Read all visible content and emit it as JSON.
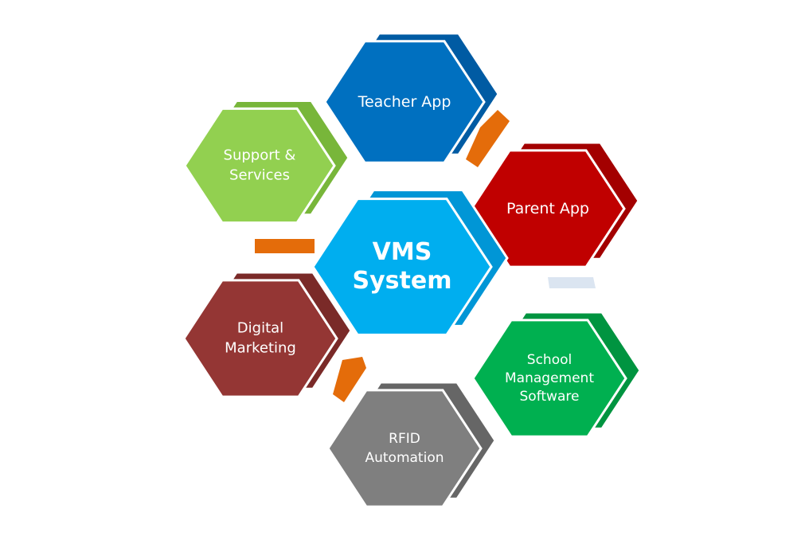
{
  "diagram": {
    "center": {
      "lines": [
        "VMS",
        "System"
      ],
      "color": "#00aeef",
      "shade": "#0096d6",
      "edge": "#ffffff"
    },
    "modules": [
      {
        "id": "teacher-app",
        "lines": [
          "Teacher App"
        ],
        "color": "#0070c0",
        "shade": "#005ba3"
      },
      {
        "id": "parent-app",
        "lines": [
          "Parent App"
        ],
        "color": "#c00000",
        "shade": "#a30000"
      },
      {
        "id": "school-management",
        "lines": [
          "School",
          "Management",
          "Software"
        ],
        "color": "#00b050",
        "shade": "#009440"
      },
      {
        "id": "rfid-automation",
        "lines": [
          "RFID",
          "Automation"
        ],
        "color": "#7f7f7f",
        "shade": "#666666"
      },
      {
        "id": "digital-marketing",
        "lines": [
          "Digital",
          "Marketing"
        ],
        "color": "#943634",
        "shade": "#7a2a28"
      },
      {
        "id": "support-services",
        "lines": [
          "Support &",
          "Services"
        ],
        "color": "#92d050",
        "shade": "#78b63a"
      }
    ],
    "connector_color": "#e46c0a",
    "connector_light": "#dbe5f1"
  }
}
